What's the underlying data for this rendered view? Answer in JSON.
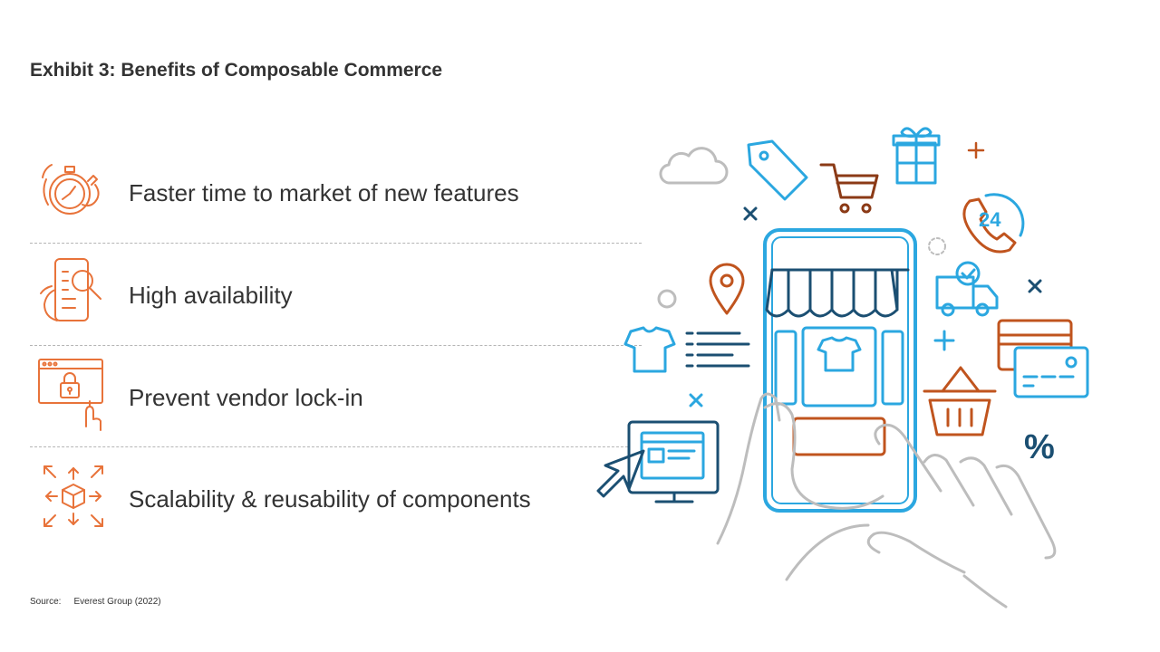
{
  "title": "Exhibit 3: Benefits of Composable Commerce",
  "benefits": [
    {
      "label": "Faster time to market of new features",
      "icon": "stopwatch-hand-icon"
    },
    {
      "label": "High availability",
      "icon": "phone-magnifier-icon"
    },
    {
      "label": "Prevent vendor lock-in",
      "icon": "browser-lock-icon"
    },
    {
      "label": "Scalability & reusability of components",
      "icon": "box-arrows-icon"
    }
  ],
  "source": {
    "label": "Source:",
    "value": "Everest Group (2022)"
  },
  "illustration": {
    "badge_24": "24",
    "percent_symbol": "%"
  },
  "colors": {
    "orange": "#e8733a",
    "blue": "#2ba7e0",
    "dark_blue": "#1b4f72",
    "rust": "#c0541e",
    "gray": "#bdbdbd",
    "text": "#333333"
  }
}
